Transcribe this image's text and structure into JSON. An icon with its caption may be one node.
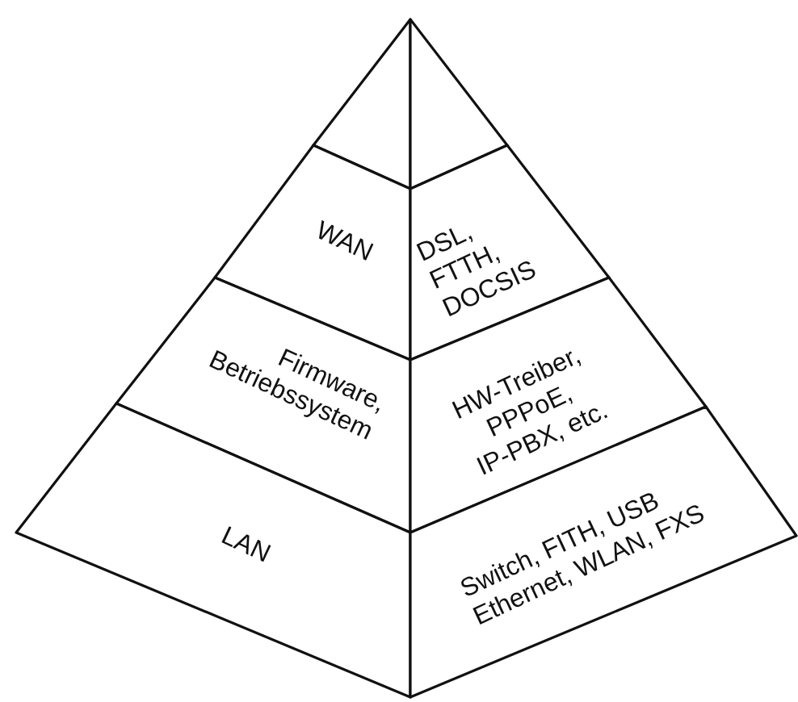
{
  "diagram": {
    "nodes": [
      {
        "text": [],
        "shape": "triangle"
      },
      {
        "text": [],
        "shape": "triangle"
      },
      {
        "text": [
          "WAN"
        ]
      },
      {
        "text": [
          "DSL, FTTH, DOCSIS"
        ]
      },
      {
        "text": [
          "Firmware, Betriebssystem"
        ]
      },
      {
        "text": [
          "HW-Treiber, PPPoE, IP-PBX, etc."
        ]
      },
      {
        "text": [
          "LAN"
        ]
      },
      {
        "text": [
          "Switch, FITH, USB Ethernet, WLAN, FXS"
        ]
      }
    ],
    "edges": []
  }
}
